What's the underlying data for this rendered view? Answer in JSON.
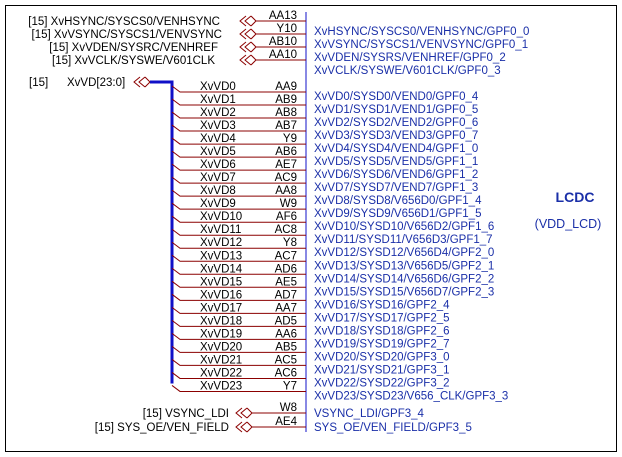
{
  "component": {
    "title": "LCDC",
    "subtitle": "(VDD_LCD)"
  },
  "bus": {
    "page_ref": "[15]",
    "name": "XvVD[23:0]"
  },
  "control_signals": [
    {
      "page_ref": "[15]",
      "net": "XvHSYNC/SYSCS0/VENHSYNC",
      "ball": "AA13",
      "pin": "XvHSYNC/SYSCS0/VENHSYNC/GPF0_0"
    },
    {
      "page_ref": "[15]",
      "net": "XvVSYNC/SYSCS1/VENVSYNC",
      "ball": "Y10",
      "pin": "XvVSYNC/SYSCS1/VENVSYNC/GPF0_1"
    },
    {
      "page_ref": "[15]",
      "net": "XvVDEN/SYSRC/VENHREF",
      "ball": "AB10",
      "pin": "XvVDEN/SYSRS/VENHREF/GPF0_2"
    },
    {
      "page_ref": "[15]",
      "net": "XvVCLK/SYSWE/V601CLK",
      "ball": "AA10",
      "pin": "XvVCLK/SYSWE/V601CLK/GPF0_3"
    }
  ],
  "data_signals": [
    {
      "net": "XvVD0",
      "ball": "AA9",
      "pin": "XvVD0/SYSD0/VEND0/GPF0_4"
    },
    {
      "net": "XvVD1",
      "ball": "AB9",
      "pin": "XvVD1/SYSD1/VEND1/GPF0_5"
    },
    {
      "net": "XvVD2",
      "ball": "AB8",
      "pin": "XvVD2/SYSD2/VEND2/GPF0_6"
    },
    {
      "net": "XvVD3",
      "ball": "AB7",
      "pin": "XvVD3/SYSD3/VEND3/GPF0_7"
    },
    {
      "net": "XvVD4",
      "ball": "Y9",
      "pin": "XvVD4/SYSD4/VEND4/GPF1_0"
    },
    {
      "net": "XvVD5",
      "ball": "AB6",
      "pin": "XvVD5/SYSD5/VEND5/GPF1_1"
    },
    {
      "net": "XvVD6",
      "ball": "AE7",
      "pin": "XvVD6/SYSD6/VEND6/GPF1_2"
    },
    {
      "net": "XvVD7",
      "ball": "AC9",
      "pin": "XvVD7/SYSD7/VEND7/GPF1_3"
    },
    {
      "net": "XvVD8",
      "ball": "AA8",
      "pin": "XvVD8/SYSD8/V656D0/GPF1_4"
    },
    {
      "net": "XvVD9",
      "ball": "W9",
      "pin": "XvVD9/SYSD9/V656D1/GPF1_5"
    },
    {
      "net": "XvVD10",
      "ball": "AF6",
      "pin": "XvVD10/SYSD10/V656D2/GPF1_6"
    },
    {
      "net": "XvVD11",
      "ball": "AC8",
      "pin": "XvVD11/SYSD11/V656D3/GPF1_7"
    },
    {
      "net": "XvVD12",
      "ball": "Y8",
      "pin": "XvVD12/SYSD12/V656D4/GPF2_0"
    },
    {
      "net": "XvVD13",
      "ball": "AC7",
      "pin": "XvVD13/SYSD13/V656D5/GPF2_1"
    },
    {
      "net": "XvVD14",
      "ball": "AD6",
      "pin": "XvVD14/SYSD14/V656D6/GPF2_2"
    },
    {
      "net": "XvVD15",
      "ball": "AE5",
      "pin": "XvVD15/SYSD15/V656D7/GPF2_3"
    },
    {
      "net": "XvVD16",
      "ball": "AD7",
      "pin": "XvVD16/SYSD16/GPF2_4"
    },
    {
      "net": "XvVD17",
      "ball": "AA7",
      "pin": "XvVD17/SYSD17/GPF2_5"
    },
    {
      "net": "XvVD18",
      "ball": "AD5",
      "pin": "XvVD18/SYSD18/GPF2_6"
    },
    {
      "net": "XvVD19",
      "ball": "AA6",
      "pin": "XvVD19/SYSD19/GPF2_7"
    },
    {
      "net": "XvVD20",
      "ball": "AB5",
      "pin": "XvVD20/SYSD20/GPF3_0"
    },
    {
      "net": "XvVD21",
      "ball": "AC5",
      "pin": "XvVD21/SYSD21/GPF3_1"
    },
    {
      "net": "XvVD22",
      "ball": "AC6",
      "pin": "XvVD22/SYSD22/GPF3_2"
    },
    {
      "net": "XvVD23",
      "ball": "Y7",
      "pin": "XvVD23/SYSD23/V656_CLK/GPF3_3"
    }
  ],
  "misc_signals": [
    {
      "page_ref": "[15]",
      "net": "VSYNC_LDI",
      "ball": "W8",
      "pin": "VSYNC_LDI/GPF3_4"
    },
    {
      "page_ref": "[15]",
      "net": "SYS_OE/VEN_FIELD",
      "ball": "AE4",
      "pin": "SYS_OE/VEN_FIELD/GPF3_5"
    }
  ],
  "colors": {
    "wire": "#8b0000",
    "bus": "#1010c8",
    "pin_text": "#1a2fa8",
    "net_text": "#000000",
    "frame": "#000000"
  }
}
